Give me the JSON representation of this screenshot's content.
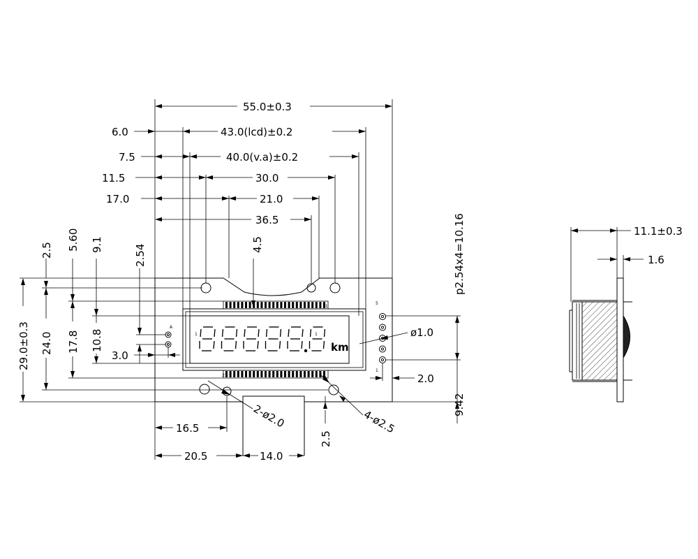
{
  "top_dims": {
    "overall": "55.0±0.3",
    "lcd": "43.0(lcd)±0.2",
    "lcd_left": "6.0",
    "va": "40.0(v.a)±0.2",
    "va_left": "7.5",
    "hole_span": "30.0",
    "hole_left": "11.5",
    "cutout": "21.0",
    "cutout_left": "17.0",
    "hole_right": "36.5",
    "digit_offset": "4.5"
  },
  "left_dims": {
    "pin_a_top": "2.5",
    "lcd_top": "5.60",
    "va_top": "9.1",
    "pin_pitch": "2.54",
    "height_overall": "29.0±0.3",
    "height_24": "24.0",
    "height_lcd": "17.8",
    "height_va": "10.8",
    "pin_a_left": "3.0"
  },
  "right_dims": {
    "pin_pitch_total": "p2.54x4=10.16",
    "pin_dia": "ø1.0",
    "pin_right": "2.0",
    "bottom_offset": "9.42"
  },
  "bottom_dims": {
    "small_holes": "2-ø2.0",
    "big_holes": "4-ø2.5",
    "small_hole_x": "16.5",
    "tab_x": "20.5",
    "tab_width": "14.0",
    "tab_height": "2.5"
  },
  "side_dims": {
    "thickness": "11.1±0.3",
    "pcb": "1.6"
  },
  "pin_labels": {
    "top_left": "1",
    "top_right": "11",
    "bottom_left": "23",
    "bottom_right": "12",
    "right_top": "5",
    "right_bottom": "1",
    "left_top": "A",
    "digit_six": "1",
    "lcd_marker": "1"
  },
  "display": {
    "digits": "888888",
    "unit": "km"
  }
}
